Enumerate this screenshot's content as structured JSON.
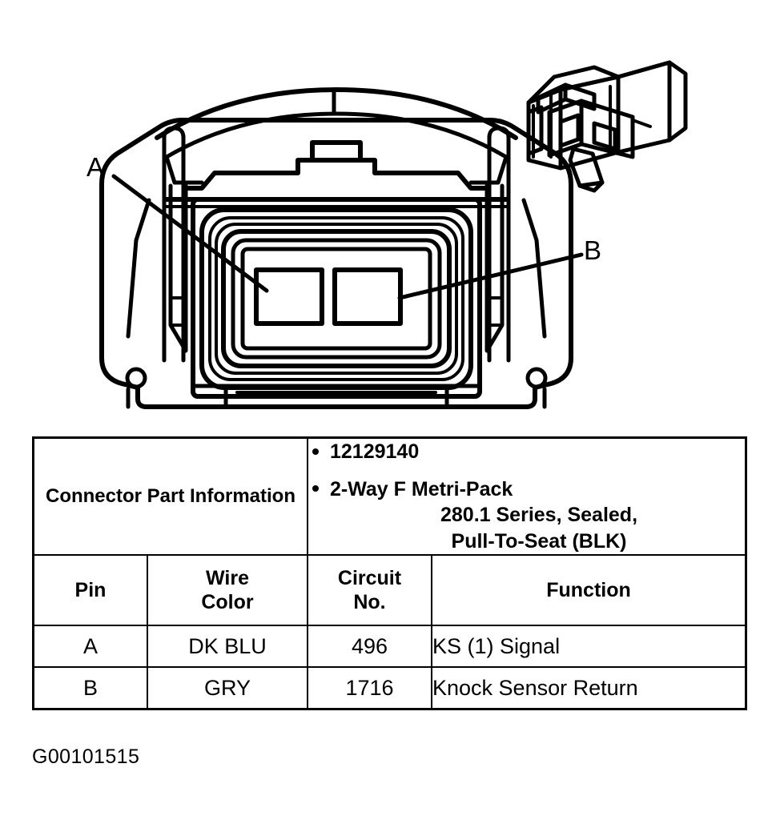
{
  "figure": {
    "caption_id": "G00101515",
    "callouts": [
      {
        "id": "A",
        "label": "A",
        "target": "left-terminal-cavity"
      },
      {
        "id": "B",
        "label": "B",
        "target": "right-terminal-cavity"
      }
    ],
    "views": {
      "front_view_name": "connector-face-view",
      "iso_view_name": "connector-isometric-view"
    }
  },
  "table": {
    "part_info_header": "Connector Part\nInformation",
    "part_info_line1": "Connector Part",
    "part_info_line2": "Information",
    "part_bullets": [
      {
        "text": "12129140",
        "lines": [
          "12129140"
        ]
      },
      {
        "text": "2-Way F Metri-Pack 280.1 Series, Sealed, Pull-To-Seat (BLK)",
        "lines": [
          "2-Way F Metri-Pack",
          "280.1 Series, Sealed,",
          "Pull-To-Seat (BLK)"
        ]
      }
    ],
    "columns": [
      {
        "key": "pin",
        "label": "Pin",
        "lines": [
          "Pin"
        ]
      },
      {
        "key": "wire_color",
        "label": "Wire Color",
        "lines": [
          "Wire",
          "Color"
        ]
      },
      {
        "key": "circuit_no",
        "label": "Circuit No.",
        "lines": [
          "Circuit",
          "No."
        ]
      },
      {
        "key": "function",
        "label": "Function",
        "lines": [
          "Function"
        ]
      }
    ],
    "rows": [
      {
        "pin": "A",
        "wire_color": "DK BLU",
        "circuit_no": "496",
        "function": "KS (1) Signal"
      },
      {
        "pin": "B",
        "wire_color": "GRY",
        "circuit_no": "1716",
        "function": "Knock Sensor Return"
      }
    ]
  },
  "colors": {
    "background": "#ffffff",
    "ink": "#000000"
  }
}
